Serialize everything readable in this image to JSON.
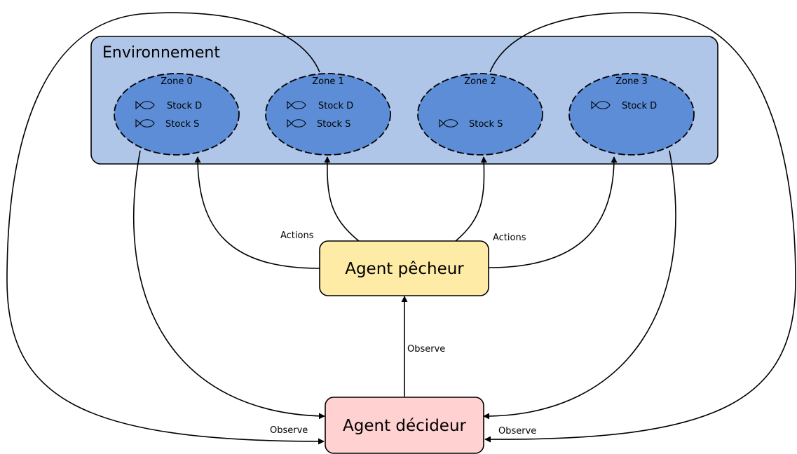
{
  "environment": {
    "title": "Environnement"
  },
  "zones": [
    {
      "name": "Zone 0",
      "stocks": [
        "Stock D",
        "Stock S"
      ]
    },
    {
      "name": "Zone 1",
      "stocks": [
        "Stock D",
        "Stock S"
      ]
    },
    {
      "name": "Zone 2",
      "stocks": [
        "Stock S"
      ]
    },
    {
      "name": "Zone 3",
      "stocks": [
        "Stock D"
      ]
    }
  ],
  "agents": {
    "fisher": {
      "label": "Agent pêcheur",
      "fill": "#fdeba6"
    },
    "decider": {
      "label": "Agent décideur",
      "fill": "#ffd1d1"
    }
  },
  "edge_labels": {
    "actions_left": "Actions",
    "actions_right": "Actions",
    "observe_center": "Observe",
    "observe_left": "Observe",
    "observe_right": "Observe"
  },
  "colors": {
    "environment_fill": "#b0c6e8",
    "zone_fill": "#5c8dd6",
    "stroke": "#000000"
  },
  "icons": {
    "stock": "fish-icon"
  }
}
